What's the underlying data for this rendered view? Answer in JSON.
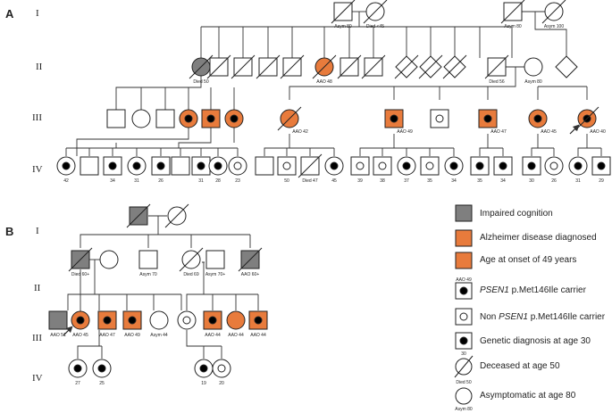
{
  "panels": {
    "a": "A",
    "b": "B"
  },
  "pedigree_a": {
    "generations": [
      "I",
      "II",
      "III",
      "IV"
    ],
    "nodes": [
      {
        "id": "a_i_m1",
        "sex": "m",
        "dec": true,
        "label": "Asym 80"
      },
      {
        "id": "a_i_f1",
        "sex": "f",
        "dec": true,
        "label": "Died <45"
      },
      {
        "id": "a_i_m2",
        "sex": "m",
        "dec": true,
        "label": "Asym 80"
      },
      {
        "id": "a_i_f2",
        "sex": "f",
        "dec": true,
        "label": "Asym 100"
      },
      {
        "id": "a_ii_1",
        "sex": "f",
        "fill": "gray",
        "dec": true,
        "label": "Died 50"
      },
      {
        "id": "a_ii_2",
        "sex": "m",
        "dec": true
      },
      {
        "id": "a_ii_3",
        "sex": "m",
        "dec": true
      },
      {
        "id": "a_ii_4",
        "sex": "m",
        "dec": true
      },
      {
        "id": "a_ii_5",
        "sex": "m",
        "dec": true
      },
      {
        "id": "a_ii_6",
        "sex": "f",
        "fill": "orange",
        "dec": true,
        "label": "AAO 48"
      },
      {
        "id": "a_ii_7",
        "sex": "m",
        "dec": true
      },
      {
        "id": "a_ii_8",
        "sex": "m",
        "dec": true
      },
      {
        "id": "a_ii_9",
        "sex": "u",
        "dec": true
      },
      {
        "id": "a_ii_10",
        "sex": "u",
        "dec": true
      },
      {
        "id": "a_ii_11",
        "sex": "u",
        "dec": true
      },
      {
        "id": "a_ii_12",
        "sex": "m",
        "dec": true,
        "label": "Died 56"
      },
      {
        "id": "a_ii_13",
        "sex": "f",
        "label": "Asym 80"
      },
      {
        "id": "a_ii_14",
        "sex": "u"
      },
      {
        "id": "a_iii_1",
        "sex": "m"
      },
      {
        "id": "a_iii_2",
        "sex": "f"
      },
      {
        "id": "a_iii_3",
        "sex": "m"
      },
      {
        "id": "a_iii_4",
        "sex": "f",
        "fill": "orange",
        "dot": "black"
      },
      {
        "id": "a_iii_5",
        "sex": "m",
        "fill": "orange",
        "dot": "black"
      },
      {
        "id": "a_iii_6",
        "sex": "f",
        "fill": "orange",
        "dot": "black"
      },
      {
        "id": "a_iii_7",
        "sex": "f",
        "fill": "orange",
        "dec": true,
        "label": "AAO 42"
      },
      {
        "id": "a_iii_8",
        "sex": "m",
        "fill": "orange",
        "dot": "black",
        "label": "AAO 49"
      },
      {
        "id": "a_iii_9",
        "sex": "m",
        "dot": "white"
      },
      {
        "id": "a_iii_10",
        "sex": "m",
        "fill": "orange",
        "dot": "black",
        "label": "AAO 47"
      },
      {
        "id": "a_iii_11",
        "sex": "f",
        "fill": "orange",
        "dot": "black",
        "label": "AAO 45"
      },
      {
        "id": "a_iii_12",
        "sex": "f",
        "fill": "orange",
        "dot": "black",
        "dec": true,
        "label": "AAO 40",
        "proband": true
      },
      {
        "id": "a_iv_1",
        "sex": "f",
        "dot": "black",
        "label": "42"
      },
      {
        "id": "a_iv_2",
        "sex": "m"
      },
      {
        "id": "a_iv_3",
        "sex": "m",
        "dot": "black",
        "label": "34"
      },
      {
        "id": "a_iv_4",
        "sex": "f",
        "dot": "black",
        "label": "31"
      },
      {
        "id": "a_iv_5",
        "sex": "m",
        "dot": "black",
        "label": "26"
      },
      {
        "id": "a_iv_6",
        "sex": "m"
      },
      {
        "id": "a_iv_7",
        "sex": "m",
        "dot": "black",
        "label": "31"
      },
      {
        "id": "a_iv_8",
        "sex": "f",
        "dot": "black",
        "label": "28"
      },
      {
        "id": "a_iv_9",
        "sex": "f",
        "dot": "white",
        "label": "23"
      },
      {
        "id": "a_iv_10",
        "sex": "m"
      },
      {
        "id": "a_iv_11",
        "sex": "m",
        "dot": "white",
        "label": "50"
      },
      {
        "id": "a_iv_12",
        "sex": "m",
        "dec": true,
        "label": "Died 47"
      },
      {
        "id": "a_iv_13",
        "sex": "f",
        "dot": "black",
        "label": "45"
      },
      {
        "id": "a_iv_14",
        "sex": "m",
        "dot": "white",
        "label": "39"
      },
      {
        "id": "a_iv_15",
        "sex": "m",
        "dot": "white",
        "label": "38"
      },
      {
        "id": "a_iv_16",
        "sex": "f",
        "dot": "black",
        "label": "37"
      },
      {
        "id": "a_iv_17",
        "sex": "m",
        "dot": "white",
        "label": "35"
      },
      {
        "id": "a_iv_18",
        "sex": "f",
        "dot": "black",
        "label": "34"
      },
      {
        "id": "a_iv_19",
        "sex": "m",
        "dot": "black",
        "label": "35"
      },
      {
        "id": "a_iv_20",
        "sex": "m",
        "dot": "black",
        "label": "34"
      },
      {
        "id": "a_iv_21",
        "sex": "m",
        "dot": "black",
        "label": "30"
      },
      {
        "id": "a_iv_22",
        "sex": "f",
        "dot": "white",
        "label": "26"
      },
      {
        "id": "a_iv_23",
        "sex": "f",
        "dot": "black",
        "label": "31"
      },
      {
        "id": "a_iv_24",
        "sex": "m",
        "dot": "black",
        "label": "29"
      }
    ]
  },
  "pedigree_b": {
    "generations": [
      "I",
      "II",
      "III",
      "IV"
    ],
    "nodes": [
      {
        "id": "b_i_m",
        "sex": "m",
        "fill": "gray",
        "dec": true
      },
      {
        "id": "b_i_f",
        "sex": "f",
        "dec": true
      },
      {
        "id": "b_ii_1",
        "sex": "m",
        "fill": "gray",
        "dec": true,
        "label": "Died 60+"
      },
      {
        "id": "b_ii_2",
        "sex": "f"
      },
      {
        "id": "b_ii_3",
        "sex": "m",
        "label": "Asym 70"
      },
      {
        "id": "b_ii_4",
        "sex": "f",
        "dec": true,
        "label": "Died 69"
      },
      {
        "id": "b_ii_5",
        "sex": "m",
        "label": "Asym 70+"
      },
      {
        "id": "b_ii_6",
        "sex": "m",
        "fill": "gray",
        "dec": true,
        "label": "AAO 60+"
      },
      {
        "id": "b_iii_1",
        "sex": "m",
        "fill": "gray",
        "label": "AAO 51"
      },
      {
        "id": "b_iii_2",
        "sex": "f",
        "fill": "orange",
        "dot": "black",
        "label": "AAO 45",
        "proband": true
      },
      {
        "id": "b_iii_3",
        "sex": "m",
        "fill": "orange",
        "dot": "black",
        "label": "AAO 47"
      },
      {
        "id": "b_iii_4",
        "sex": "m",
        "fill": "orange",
        "dot": "black",
        "label": "AAO 49"
      },
      {
        "id": "b_iii_5",
        "sex": "f",
        "label": "Asym 44"
      },
      {
        "id": "b_iii_6",
        "sex": "f",
        "dot": "white"
      },
      {
        "id": "b_iii_7",
        "sex": "m",
        "fill": "orange",
        "dot": "black",
        "label": "AAO 44"
      },
      {
        "id": "b_iii_8",
        "sex": "f",
        "fill": "orange",
        "label": "AAO 44"
      },
      {
        "id": "b_iii_9",
        "sex": "m",
        "fill": "orange",
        "dot": "black",
        "label": "AAO 44"
      },
      {
        "id": "b_iv_1",
        "sex": "f",
        "dot": "black",
        "label": "27"
      },
      {
        "id": "b_iv_2",
        "sex": "f",
        "dot": "black",
        "label": "25"
      },
      {
        "id": "b_iv_3",
        "sex": "f",
        "dot": "black",
        "label": "19"
      },
      {
        "id": "b_iv_4",
        "sex": "f",
        "dot": "white",
        "label": "20"
      }
    ]
  },
  "legend": {
    "impaired": "Impaired cognition",
    "ad": "Alzheimer disease diagnosed",
    "aao": "Age at onset of 49 years",
    "aao_sub": "AAO 49",
    "carrier_gene": "PSEN1",
    "carrier_rest": " p.Met146Ile carrier",
    "noncarrier_pre": "Non ",
    "noncarrier_gene": "PSEN1",
    "noncarrier_rest": " p.Met146Ile carrier",
    "genetic": "Genetic diagnosis at age 30",
    "genetic_sub": "30",
    "deceased": "Deceased at age 50",
    "deceased_sub": "Died 50",
    "asym": "Asymptomatic at age 80",
    "asym_sub": "Asym 80"
  },
  "colors": {
    "orange": "#e87b3c",
    "gray": "#7f7f7f",
    "line": "#333333"
  }
}
